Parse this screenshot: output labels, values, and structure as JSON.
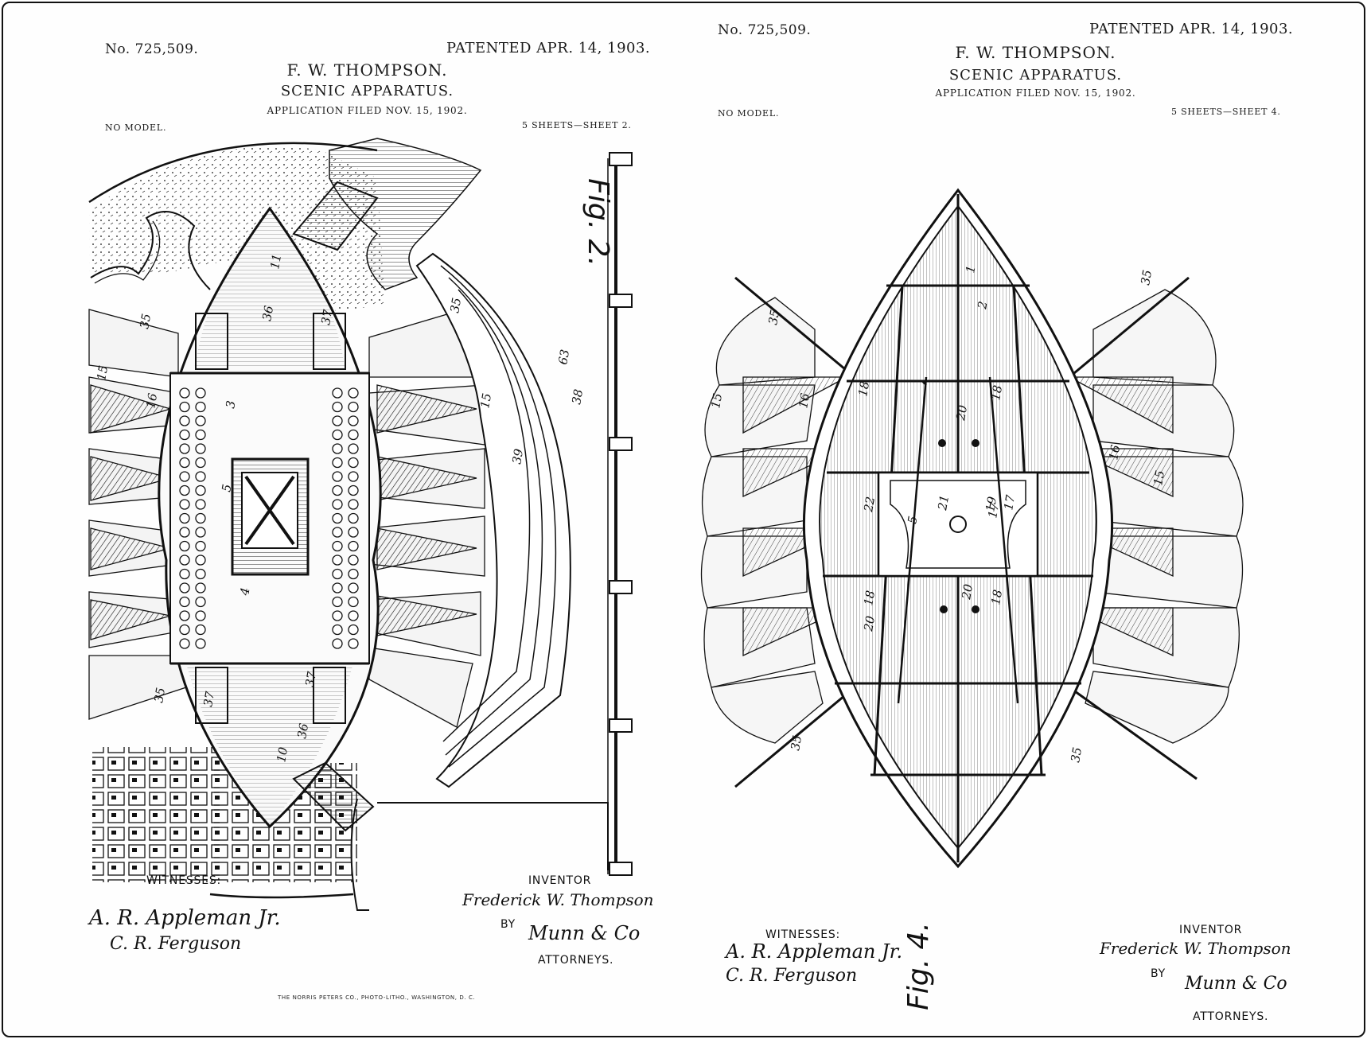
{
  "left_sheet": {
    "number": "No. 725,509.",
    "patented": "PATENTED APR. 14, 1903.",
    "inventor_header": "F. W. THOMPSON.",
    "title": "SCENIC APPARATUS.",
    "application": "APPLICATION FILED NOV. 15, 1902.",
    "model": "NO MODEL.",
    "sheets": "5 SHEETS—SHEET 2.",
    "figure": "Fig. 2.",
    "witnesses_label": "WITNESSES:",
    "witness_signatures": [
      "A. R. Appleman Jr.",
      "C. R. Ferguson"
    ],
    "inventor_label": "INVENTOR",
    "inventor_signature": "Frederick W. Thompson",
    "by_label": "BY",
    "attorneys_signature": "Munn & Co",
    "attorneys_label": "ATTORNEYS.",
    "imprint": "THE NORRIS PETERS CO., PHOTO-LITHO., WASHINGTON, D. C.",
    "references": [
      "35",
      "15",
      "16",
      "3",
      "5",
      "4",
      "36",
      "37",
      "11",
      "10",
      "35",
      "15",
      "39",
      "38",
      "63",
      "35",
      "37",
      "36",
      "37"
    ]
  },
  "right_sheet": {
    "number": "No. 725,509.",
    "patented": "PATENTED APR. 14, 1903.",
    "inventor_header": "F. W. THOMPSON.",
    "title": "SCENIC APPARATUS.",
    "application": "APPLICATION FILED NOV. 15, 1902.",
    "model": "NO MODEL.",
    "sheets": "5 SHEETS—SHEET 4.",
    "figure": "Fig. 4.",
    "witnesses_label": "WITNESSES:",
    "witness_signatures": [
      "A. R. Appleman Jr.",
      "C. R. Ferguson"
    ],
    "inventor_label": "INVENTOR",
    "inventor_signature": "Frederick W. Thompson",
    "by_label": "BY",
    "attorneys_signature": "Munn & Co",
    "attorneys_label": "ATTORNEYS.",
    "references": [
      "35",
      "15",
      "16",
      "18",
      "1",
      "2",
      "35",
      "20",
      "18",
      "16",
      "15",
      "17",
      "22",
      "5",
      "21",
      "19",
      "17",
      "18",
      "20",
      "20",
      "18",
      "35",
      "35"
    ]
  },
  "colors": {
    "ink": "#111111",
    "paper": "#fefefe",
    "shade": "#cfcfcf",
    "frame": "#111111"
  }
}
